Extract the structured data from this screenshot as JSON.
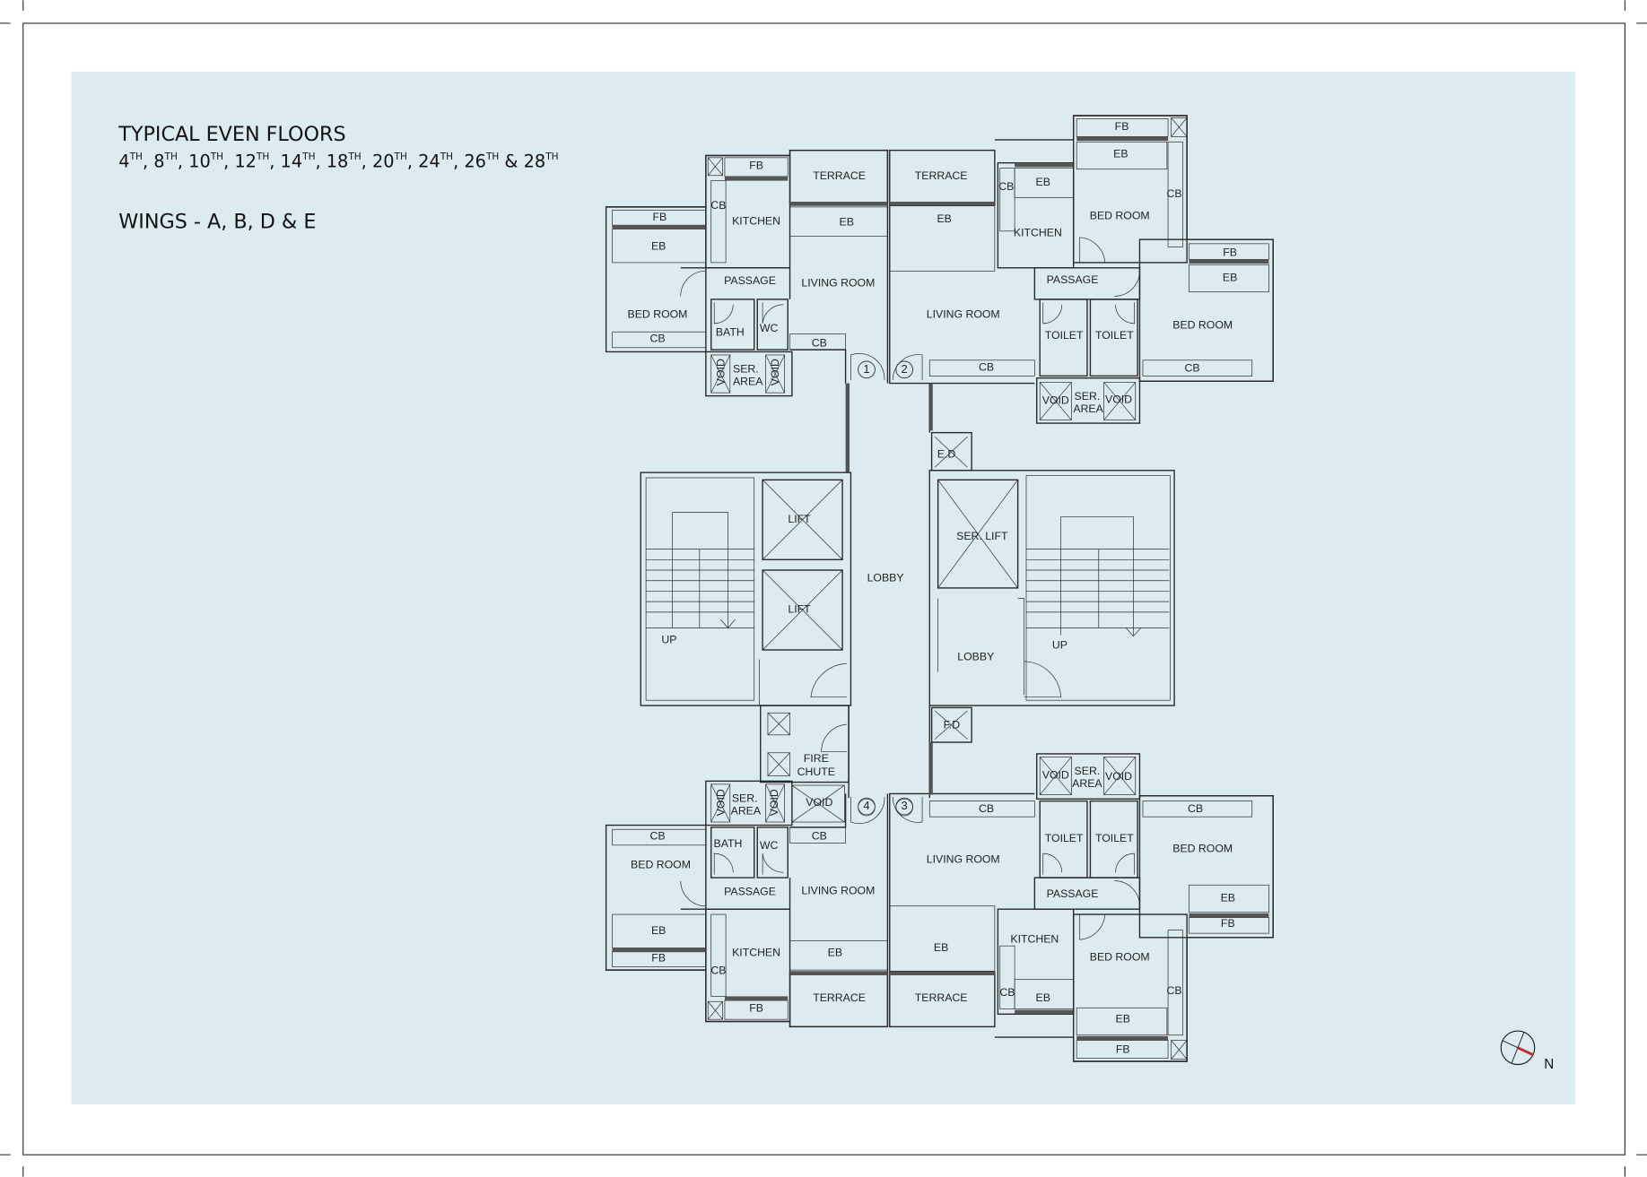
{
  "heading": {
    "title": "TYPICAL EVEN FLOORS",
    "floors": [
      {
        "n": "4",
        "sup": "TH",
        "sep": ", "
      },
      {
        "n": "8",
        "sup": "TH",
        "sep": ", "
      },
      {
        "n": "10",
        "sup": "TH",
        "sep": ", "
      },
      {
        "n": "12",
        "sup": "TH",
        "sep": ", "
      },
      {
        "n": "14",
        "sup": "TH",
        "sep": ", "
      },
      {
        "n": "18",
        "sup": "TH",
        "sep": ", "
      },
      {
        "n": "20",
        "sup": "TH",
        "sep": ", "
      },
      {
        "n": "24",
        "sup": "TH",
        "sep": ", "
      },
      {
        "n": "26",
        "sup": "TH",
        "sep": " & "
      },
      {
        "n": "28",
        "sup": "TH",
        "sep": ""
      }
    ],
    "wings": "WINGS - A, B, D & E"
  },
  "compass": {
    "label": "N",
    "needle_color": "#c0282d"
  },
  "colors": {
    "panel": "#dcebf0",
    "line": "#2b2b2b"
  },
  "room_labels": [
    "FB",
    "KITCHEN",
    "CB",
    "TERRACE",
    "EB",
    "FB",
    "EB",
    "PASSAGE",
    "LIVING ROOM",
    "BED ROOM",
    "BATH",
    "WC",
    "CB",
    "CB",
    "VOID",
    "SER.",
    "AREA",
    "VOID",
    "1",
    "2",
    "FB",
    "EB",
    "TERRACE",
    "CB",
    "EB",
    "BED ROOM",
    "CB",
    "EB",
    "KITCHEN",
    "FB",
    "EB",
    "PASSAGE",
    "LIVING ROOM",
    "TOILET",
    "TOILET",
    "BED ROOM",
    "CB",
    "CB",
    "VOID",
    "SER.",
    "AREA",
    "VOID",
    "E.D",
    "LIFT",
    "LIFT",
    "LOBBY",
    "SER. LIFT",
    "UP",
    "LOBBY",
    "UP",
    "F.D",
    "FIRE",
    "CHUTE",
    "VOID",
    "SER.",
    "AREA",
    "VOID",
    "VOID",
    "4",
    "3",
    "CB",
    "BATH",
    "WC",
    "CB",
    "BED ROOM",
    "PASSAGE",
    "LIVING ROOM",
    "EB",
    "FB",
    "KITCHEN",
    "CB",
    "EB",
    "TERRACE",
    "FB",
    "VOID",
    "SER.",
    "AREA",
    "VOID",
    "CB",
    "CB",
    "TOILET",
    "TOILET",
    "LIVING ROOM",
    "BED ROOM",
    "PASSAGE",
    "EB",
    "FB",
    "KITCHEN",
    "EB",
    "BED ROOM",
    "CB",
    "CB",
    "TERRACE",
    "EB",
    "EB",
    "FB"
  ]
}
